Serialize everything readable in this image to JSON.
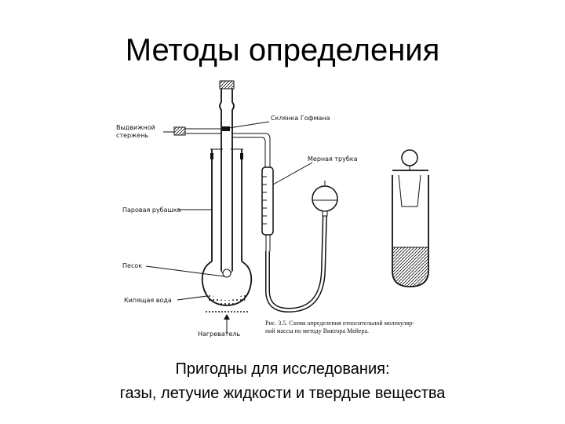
{
  "slide": {
    "title": "Методы определения",
    "subtitle_line1": "Пригодны для исследования:",
    "subtitle_line2": "газы, летучие жидкости и твердые вещества"
  },
  "diagram": {
    "labels": {
      "rod_line1": "Выдвижной",
      "rod_line2": "стержень",
      "hofmann": "Склянка Гофмана",
      "tube": "Мерная трубка",
      "jacket": "Паровая рубашка",
      "sand": "Песок",
      "water": "Кипящая вода",
      "heater": "Нагреватель"
    },
    "caption_line1": "Рис. 3.5. Схема определения относительной молекуляр-",
    "caption_line2": "ной массы по методу Виктора Мейера."
  }
}
